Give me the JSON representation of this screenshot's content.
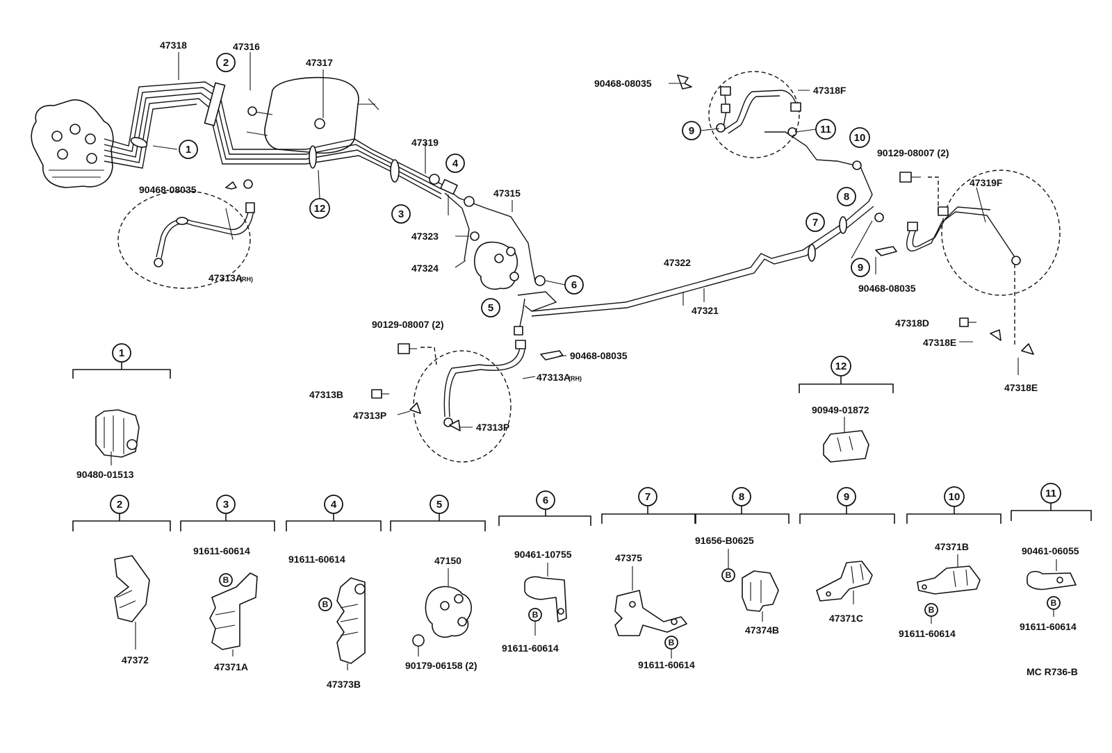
{
  "labels": {
    "l47318": "47318",
    "l47316": "47316",
    "l47317": "47317",
    "l90468a": "90468-08035",
    "l47313A_rh_left": "47313A",
    "l47319": "47319",
    "l47315": "47315",
    "l47323": "47323",
    "l47324": "47324",
    "l90129a": "90129-08007 (2)",
    "l90468b": "90468-08035",
    "l47313A_rh_mid": "47313A",
    "l47313B": "47313B",
    "l47313P_a": "47313P",
    "l47313P_b": "47313P",
    "l47322": "47322",
    "l47321": "47321",
    "l90468c": "90468-08035",
    "l47318F": "47318F",
    "l90129b": "90129-08007 (2)",
    "l47319F": "47319F",
    "l90468d": "90468-08035",
    "l47318D": "47318D",
    "l47318E_a": "47318E",
    "l47318E_b": "47318E",
    "rh": "(RH)"
  },
  "callouts": [
    "1",
    "2",
    "3",
    "4",
    "5",
    "6",
    "7",
    "8",
    "9",
    "10",
    "11",
    "12"
  ],
  "boxes": {
    "c1_part": "90480-01513",
    "c12_part": "90949-01872",
    "c2_part": "47372",
    "c3_bolt": "91611-60614",
    "c3_part": "47371A",
    "c4_bolt": "91611-60614",
    "c4_part": "47373B",
    "c5_part": "47150",
    "c5_bolt": "90179-06158 (2)",
    "c6_part": "90461-10755",
    "c6_bolt": "91611-60614",
    "c7_part": "47375",
    "c7_bolt": "91611-60614",
    "c8_part": "91656-B0625",
    "c8_sub": "47374B",
    "c9_part": "47371C",
    "c10_part": "47371B",
    "c10_bolt": "91611-60614",
    "c11_part": "90461-06055",
    "c11_bolt": "91611-60614",
    "b": "B"
  },
  "footer": {
    "code": "MC R736-B"
  }
}
